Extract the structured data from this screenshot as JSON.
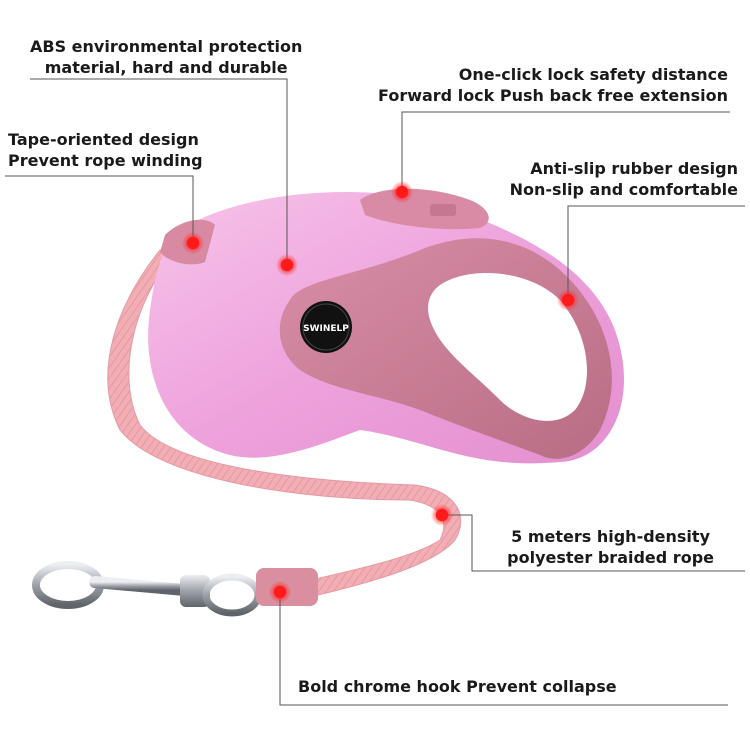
{
  "product": {
    "brand_badge": "SWINELP"
  },
  "annotations": {
    "abs": {
      "line1": "ABS environmental protection",
      "line2": "material, hard and durable"
    },
    "tape": {
      "line1": "Tape-oriented design",
      "line2": "Prevent rope winding"
    },
    "lock": {
      "line1": "One-click lock safety distance",
      "line2": "Forward lock Push back free extension"
    },
    "antislip": {
      "line1": "Anti-slip rubber design",
      "line2": "Non-slip and comfortable"
    },
    "rope": {
      "line1": "5 meters high-density",
      "line2": "polyester braided rope"
    },
    "hook": {
      "line1": "Bold chrome hook Prevent collapse"
    }
  },
  "colors": {
    "body_pink": "#f0a6dd",
    "grip_pink": "#c9788f",
    "tape_pink": "#f2aeb5",
    "dot_red": "#ff1a1a",
    "line_gray": "#555555",
    "chrome": "#b9bcc2"
  }
}
